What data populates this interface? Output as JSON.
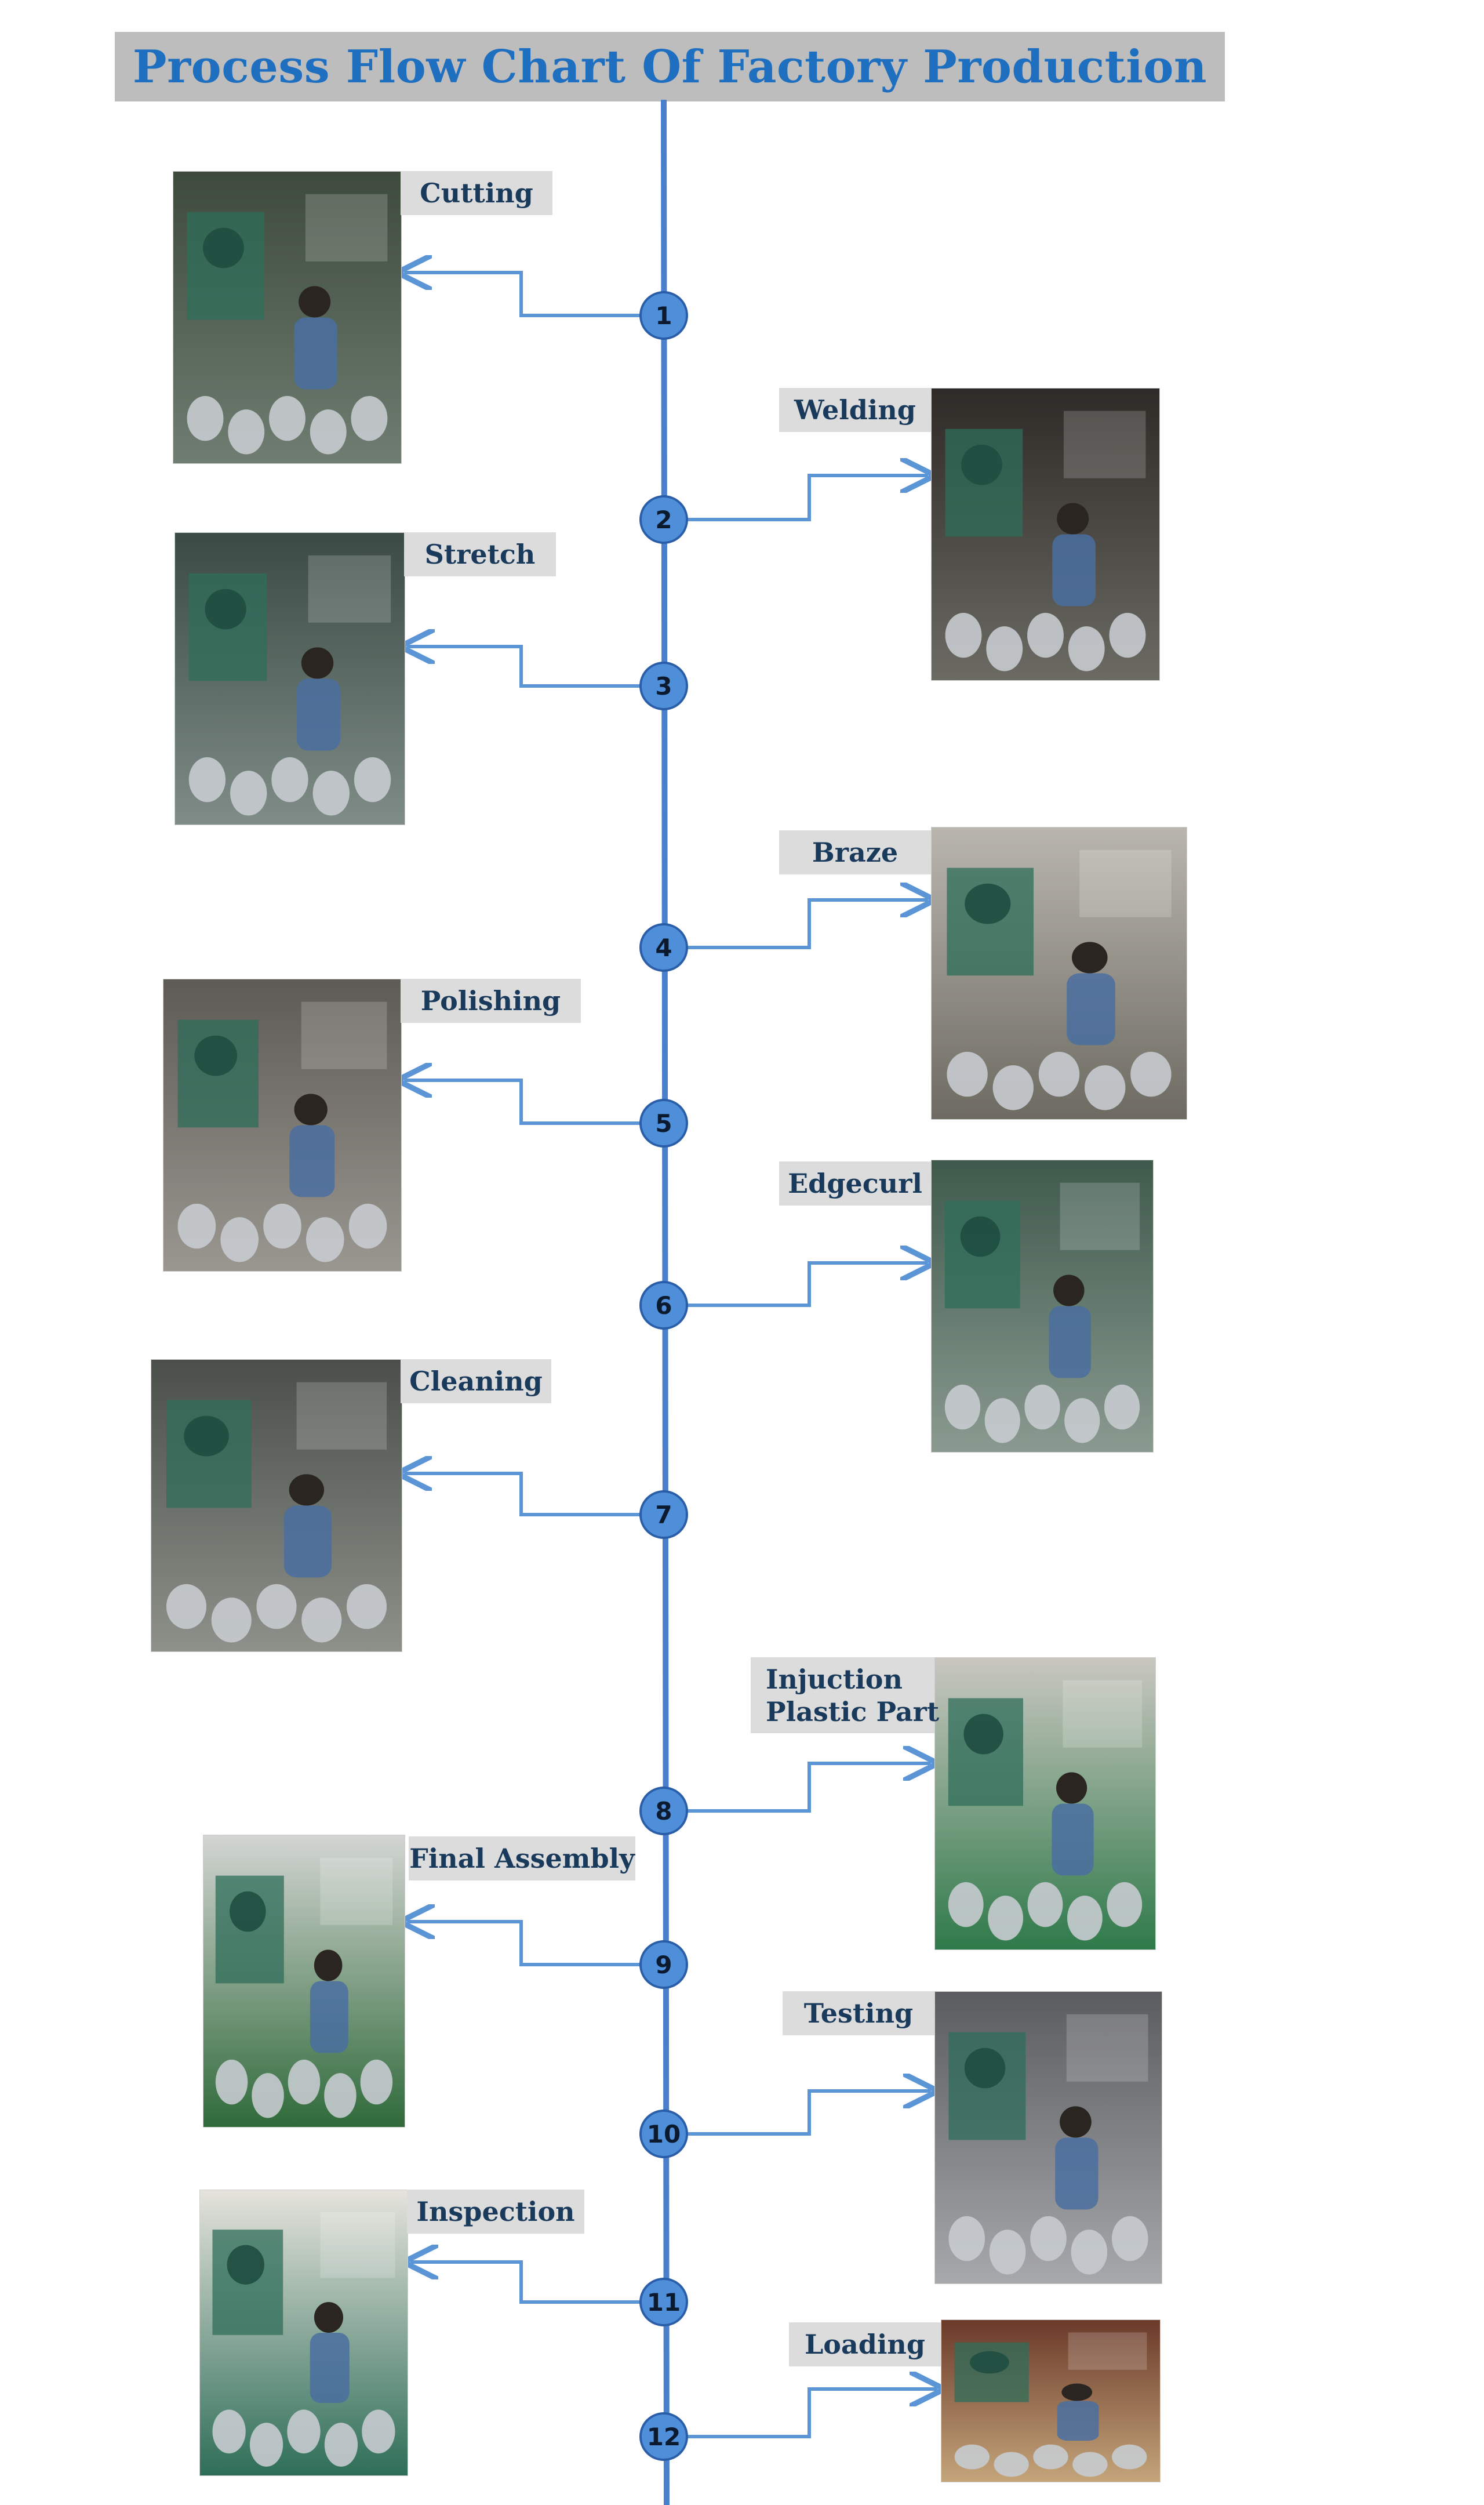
{
  "title": "Process Flow Chart Of Factory Production",
  "colors": {
    "line": "#4a7fcc",
    "arrow": "#5b95d6",
    "node_fill": "#4f8ed8",
    "label_bg": "#dcdcdc",
    "title_bg": "#bdbdbd",
    "title_text": "#1f6fc0"
  },
  "steps": [
    {
      "number": "1",
      "label": [
        "Cutting"
      ],
      "photo": "cutting-photo"
    },
    {
      "number": "2",
      "label": [
        "Welding"
      ],
      "photo": "welding-photo"
    },
    {
      "number": "3",
      "label": [
        "Stretch"
      ],
      "photo": "stretch-photo"
    },
    {
      "number": "4",
      "label": [
        "Braze"
      ],
      "photo": "braze-photo"
    },
    {
      "number": "5",
      "label": [
        "Polishing"
      ],
      "photo": "polishing-photo"
    },
    {
      "number": "6",
      "label": [
        "Edgecurl"
      ],
      "photo": "edgecurl-photo"
    },
    {
      "number": "7",
      "label": [
        "Cleaning"
      ],
      "photo": "cleaning-photo"
    },
    {
      "number": "8",
      "label": [
        "Injuction",
        "Plastic Part"
      ],
      "photo": "injection-photo"
    },
    {
      "number": "9",
      "label": [
        "Final Assembly"
      ],
      "photo": "final-assembly-photo"
    },
    {
      "number": "10",
      "label": [
        "Testing"
      ],
      "photo": "testing-photo"
    },
    {
      "number": "11",
      "label": [
        "Inspection"
      ],
      "photo": "inspection-photo"
    },
    {
      "number": "12",
      "label": [
        "Loading"
      ],
      "photo": "loading-photo"
    }
  ]
}
